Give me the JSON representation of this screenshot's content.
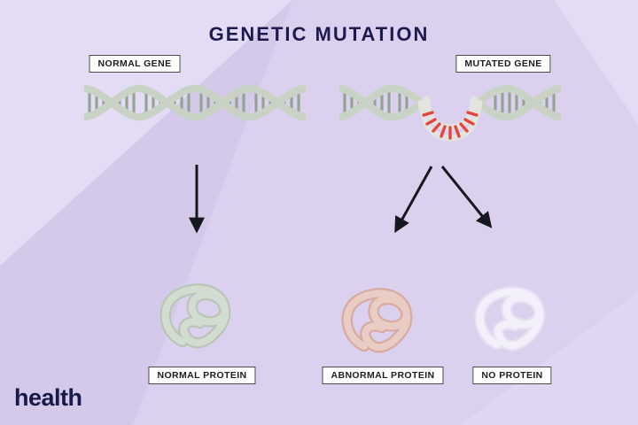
{
  "title": "GENETIC MUTATION",
  "genes": {
    "normal": {
      "label": "NORMAL GENE"
    },
    "mutated": {
      "label": "MUTATED GENE"
    }
  },
  "proteins": {
    "normal": {
      "label": "NORMAL PROTEIN"
    },
    "abnormal": {
      "label": "ABNORMAL PROTEIN"
    },
    "none": {
      "label": "NO PROTEIN"
    }
  },
  "logo": "health",
  "colors": {
    "background": "#d5c9e9",
    "background_light": "#e4dbf5",
    "title_text": "#1e1a4d",
    "dna_strand": "#c9d3c5",
    "dna_rung": "#93a492",
    "mutation_red": "#e0473f",
    "protein_normal": "#d3dcd0",
    "protein_abnormal": "#e9cdc4",
    "protein_none": "#f4f0fb",
    "arrow": "#17171f",
    "logo_text": "#181a4a"
  }
}
